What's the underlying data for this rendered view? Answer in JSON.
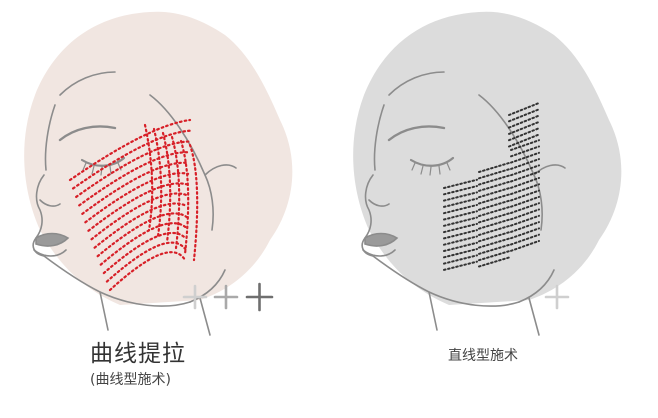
{
  "left_panel": {
    "title": "曲线提拉",
    "subtitle": "(曲线型施术)",
    "plus_signs": [
      "+",
      "+",
      "+"
    ],
    "hair_color": "#f1e6e1",
    "line_color": "#d71f27",
    "plus_colors": [
      "#cfcfcf",
      "#a9a9a9",
      "#6f6f6f"
    ]
  },
  "right_panel": {
    "title": "直线型施术",
    "plus_signs": [
      "+"
    ],
    "hair_color": "#dcdcdc",
    "line_color": "#333333",
    "plus_colors": [
      "#cfcfcf"
    ]
  }
}
